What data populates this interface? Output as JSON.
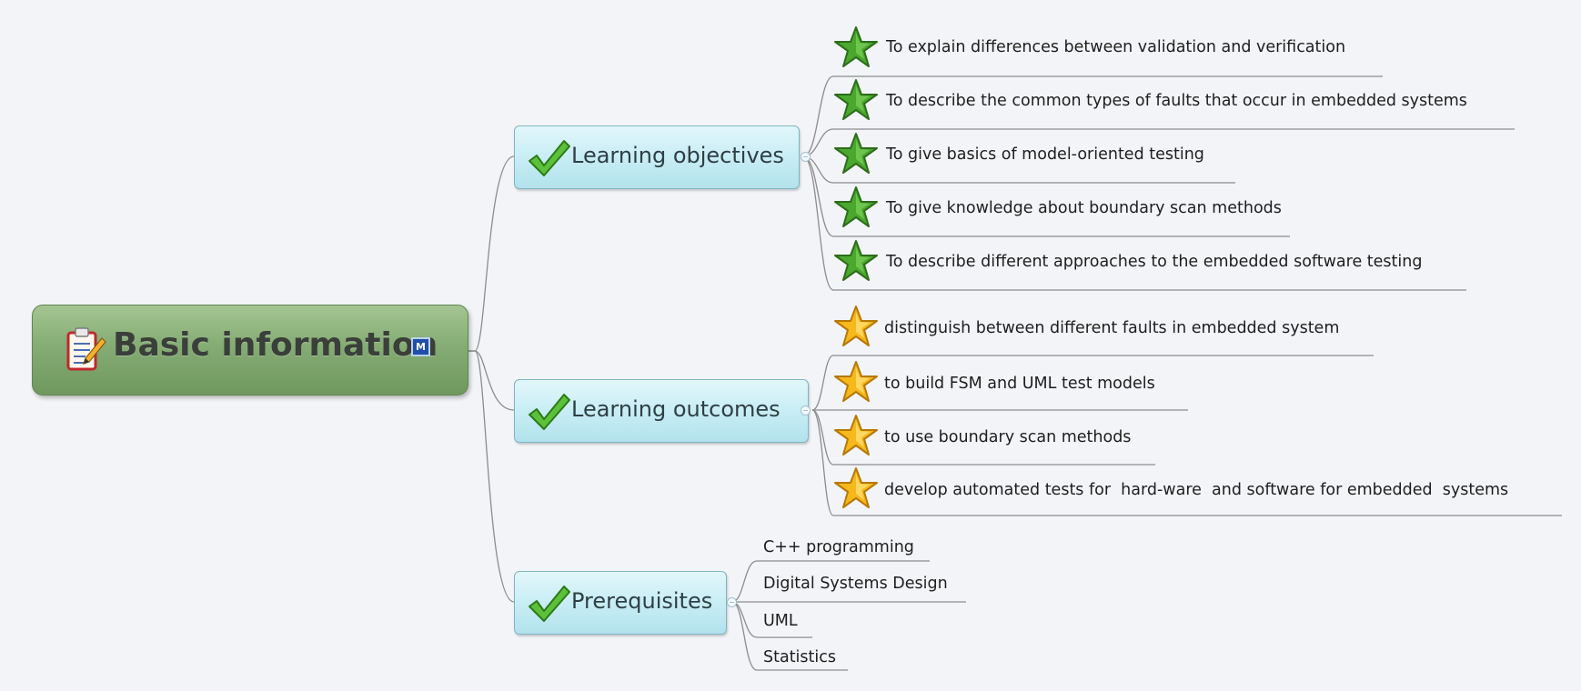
{
  "root": {
    "title": "Basic information",
    "icon": "notepad-pencil-icon",
    "badge": "M",
    "accent": "#85ac74"
  },
  "branches": [
    {
      "label": "Learning objectives",
      "icon": "checkmark-icon",
      "item_icon": "green-star-icon",
      "items": [
        "To explain differences between validation and verification",
        "To describe the common types of faults that occur in embedded systems",
        "To give basics of model-oriented testing",
        "To give knowledge about boundary scan methods",
        "To describe different approaches to the embedded software testing"
      ]
    },
    {
      "label": "Learning outcomes",
      "icon": "checkmark-icon",
      "item_icon": "gold-star-icon",
      "items": [
        "distinguish between different faults in embedded system",
        "to build FSM and UML test models",
        "to use boundary scan methods",
        "develop automated tests for  hard-ware  and software for embedded  systems"
      ]
    },
    {
      "label": "Prerequisites",
      "icon": "checkmark-icon",
      "items": [
        "C++ programming",
        "Digital Systems Design",
        "UML",
        "Statistics"
      ]
    }
  ],
  "colors": {
    "background": "#f2f4f7",
    "branch_fill": "#c6ecf4",
    "connector": "#8c8c8c",
    "green_star": "#46a02c",
    "gold_star": "#f4b400",
    "check": "#4caf2a"
  }
}
